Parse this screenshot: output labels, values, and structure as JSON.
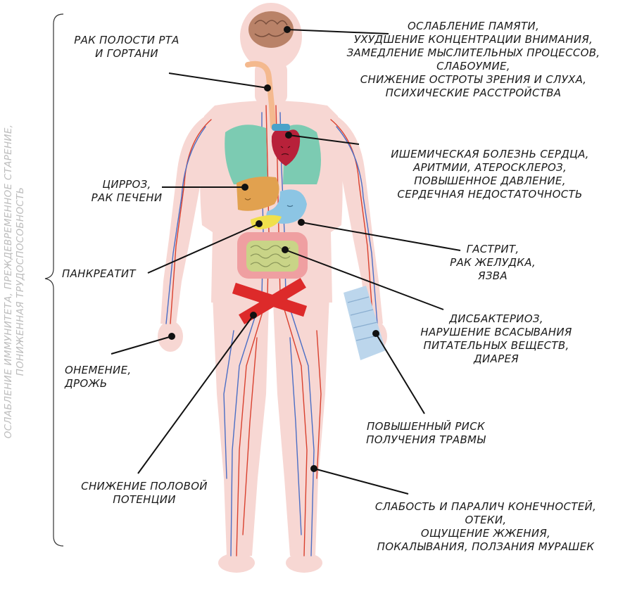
{
  "side_caption": {
    "line1": "ОСЛАБЛЕНИЕ ИММУНИТЕТА, ПРЕЖДЕВРЕМЕННОЕ СТАРЕНИЕ,",
    "line2": "ПОНИЖЕННАЯ ТРУДОСПОСОБНОСТЬ"
  },
  "labels": {
    "brain": [
      "ОСЛАБЛЕНИЕ ПАМЯТИ,",
      "УХУДШЕНИЕ КОНЦЕНТРАЦИИ ВНИМАНИЯ,",
      "ЗАМЕДЛЕНИЕ МЫСЛИТЕЛЬНЫХ ПРОЦЕССОВ,",
      "СЛАБОУМИЕ,",
      "СНИЖЕНИЕ ОСТРОТЫ ЗРЕНИЯ И СЛУХА,",
      "ПСИХИЧЕСКИЕ РАССТРОЙСТВА"
    ],
    "mouth": [
      "РАК ПОЛОСТИ РТА",
      "И ГОРТАНИ"
    ],
    "heart": [
      "ИШЕМИЧЕСКАЯ БОЛЕЗНЬ СЕРДЦА,",
      "АРИТМИИ, АТЕРОСКЛЕРОЗ,",
      "ПОВЫШЕННОЕ ДАВЛЕНИЕ,",
      "СЕРДЕЧНАЯ НЕДОСТАТОЧНОСТЬ"
    ],
    "liver": [
      "ЦИРРОЗ,",
      "РАК ПЕЧЕНИ"
    ],
    "pancreas": [
      "ПАНКРЕАТИТ"
    ],
    "stomach": [
      "ГАСТРИТ,",
      "РАК ЖЕЛУДКА,",
      "ЯЗВА"
    ],
    "intestine": [
      "ДИСБАКТЕРИОЗ,",
      "НАРУШЕНИЕ ВСАСЫВАНИЯ",
      "ПИТАТЕЛЬНЫХ ВЕЩЕСТВ,",
      "ДИАРЕЯ"
    ],
    "hands": [
      "ОНЕМЕНИЕ,",
      "ДРОЖЬ"
    ],
    "injury": [
      "ПОВЫШЕННЫЙ РИСК",
      "ПОЛУЧЕНИЯ ТРАВМЫ"
    ],
    "potency": [
      "СНИЖЕНИЕ ПОЛОВОЙ",
      "ПОТЕНЦИИ"
    ],
    "limbs": [
      "СЛАБОСТЬ И ПАРАЛИЧ КОНЕЧНОСТЕЙ,",
      "ОТЕКИ,",
      "ОЩУЩЕНИЕ ЖЖЕНИЯ,",
      "ПОКАЛЫВАНИЯ, ПОЛЗАНИЯ МУРАШЕК"
    ]
  },
  "colors": {
    "body": "#f7d7d3",
    "brain": "#b98268",
    "lungs": "#7ccbb2",
    "heart": "#b8213a",
    "liver": "#e1a14f",
    "stomach": "#8cc5e4",
    "pancreas": "#f0e04c",
    "intestine_outer": "#ef9fa1",
    "intestine_inner": "#c9d487",
    "bandage": "#bcd6ec",
    "cross": "#dd2a2a",
    "artery": "#d9412f",
    "vein": "#4b6ec5",
    "bracket": "#333333",
    "caption": "#bcbcbc"
  }
}
